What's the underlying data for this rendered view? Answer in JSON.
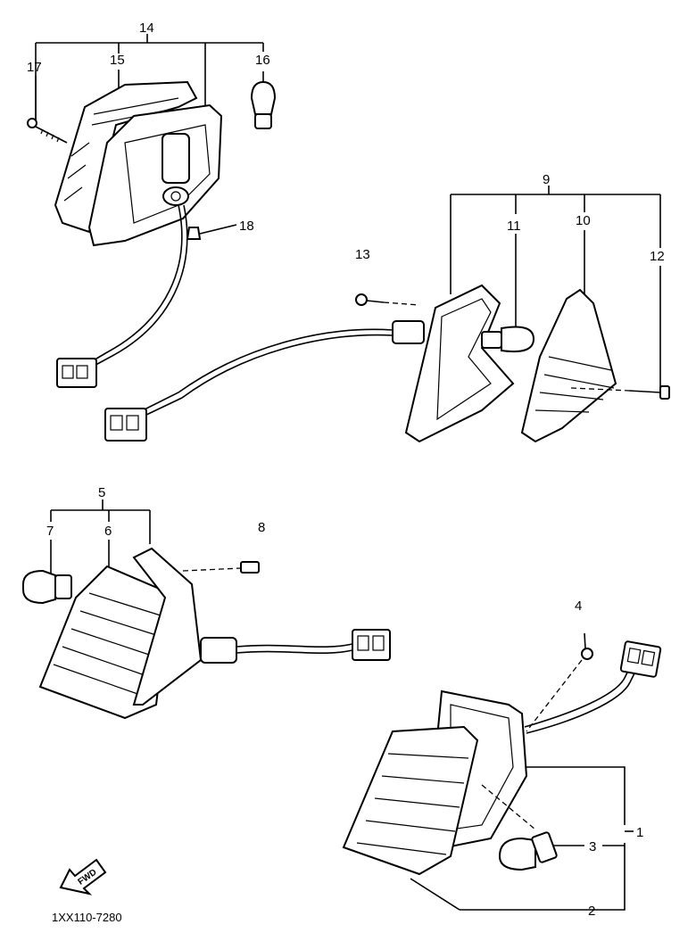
{
  "callouts": {
    "c1": "1",
    "c2": "2",
    "c3": "3",
    "c4": "4",
    "c5": "5",
    "c6": "6",
    "c7": "7",
    "c8": "8",
    "c9": "9",
    "c10": "10",
    "c11": "11",
    "c12": "12",
    "c13": "13",
    "c14": "14",
    "c15": "15",
    "c16": "16",
    "c17": "17",
    "c18": "18"
  },
  "fwd_label": "FWD",
  "diagram_code": "1XX110-7280"
}
